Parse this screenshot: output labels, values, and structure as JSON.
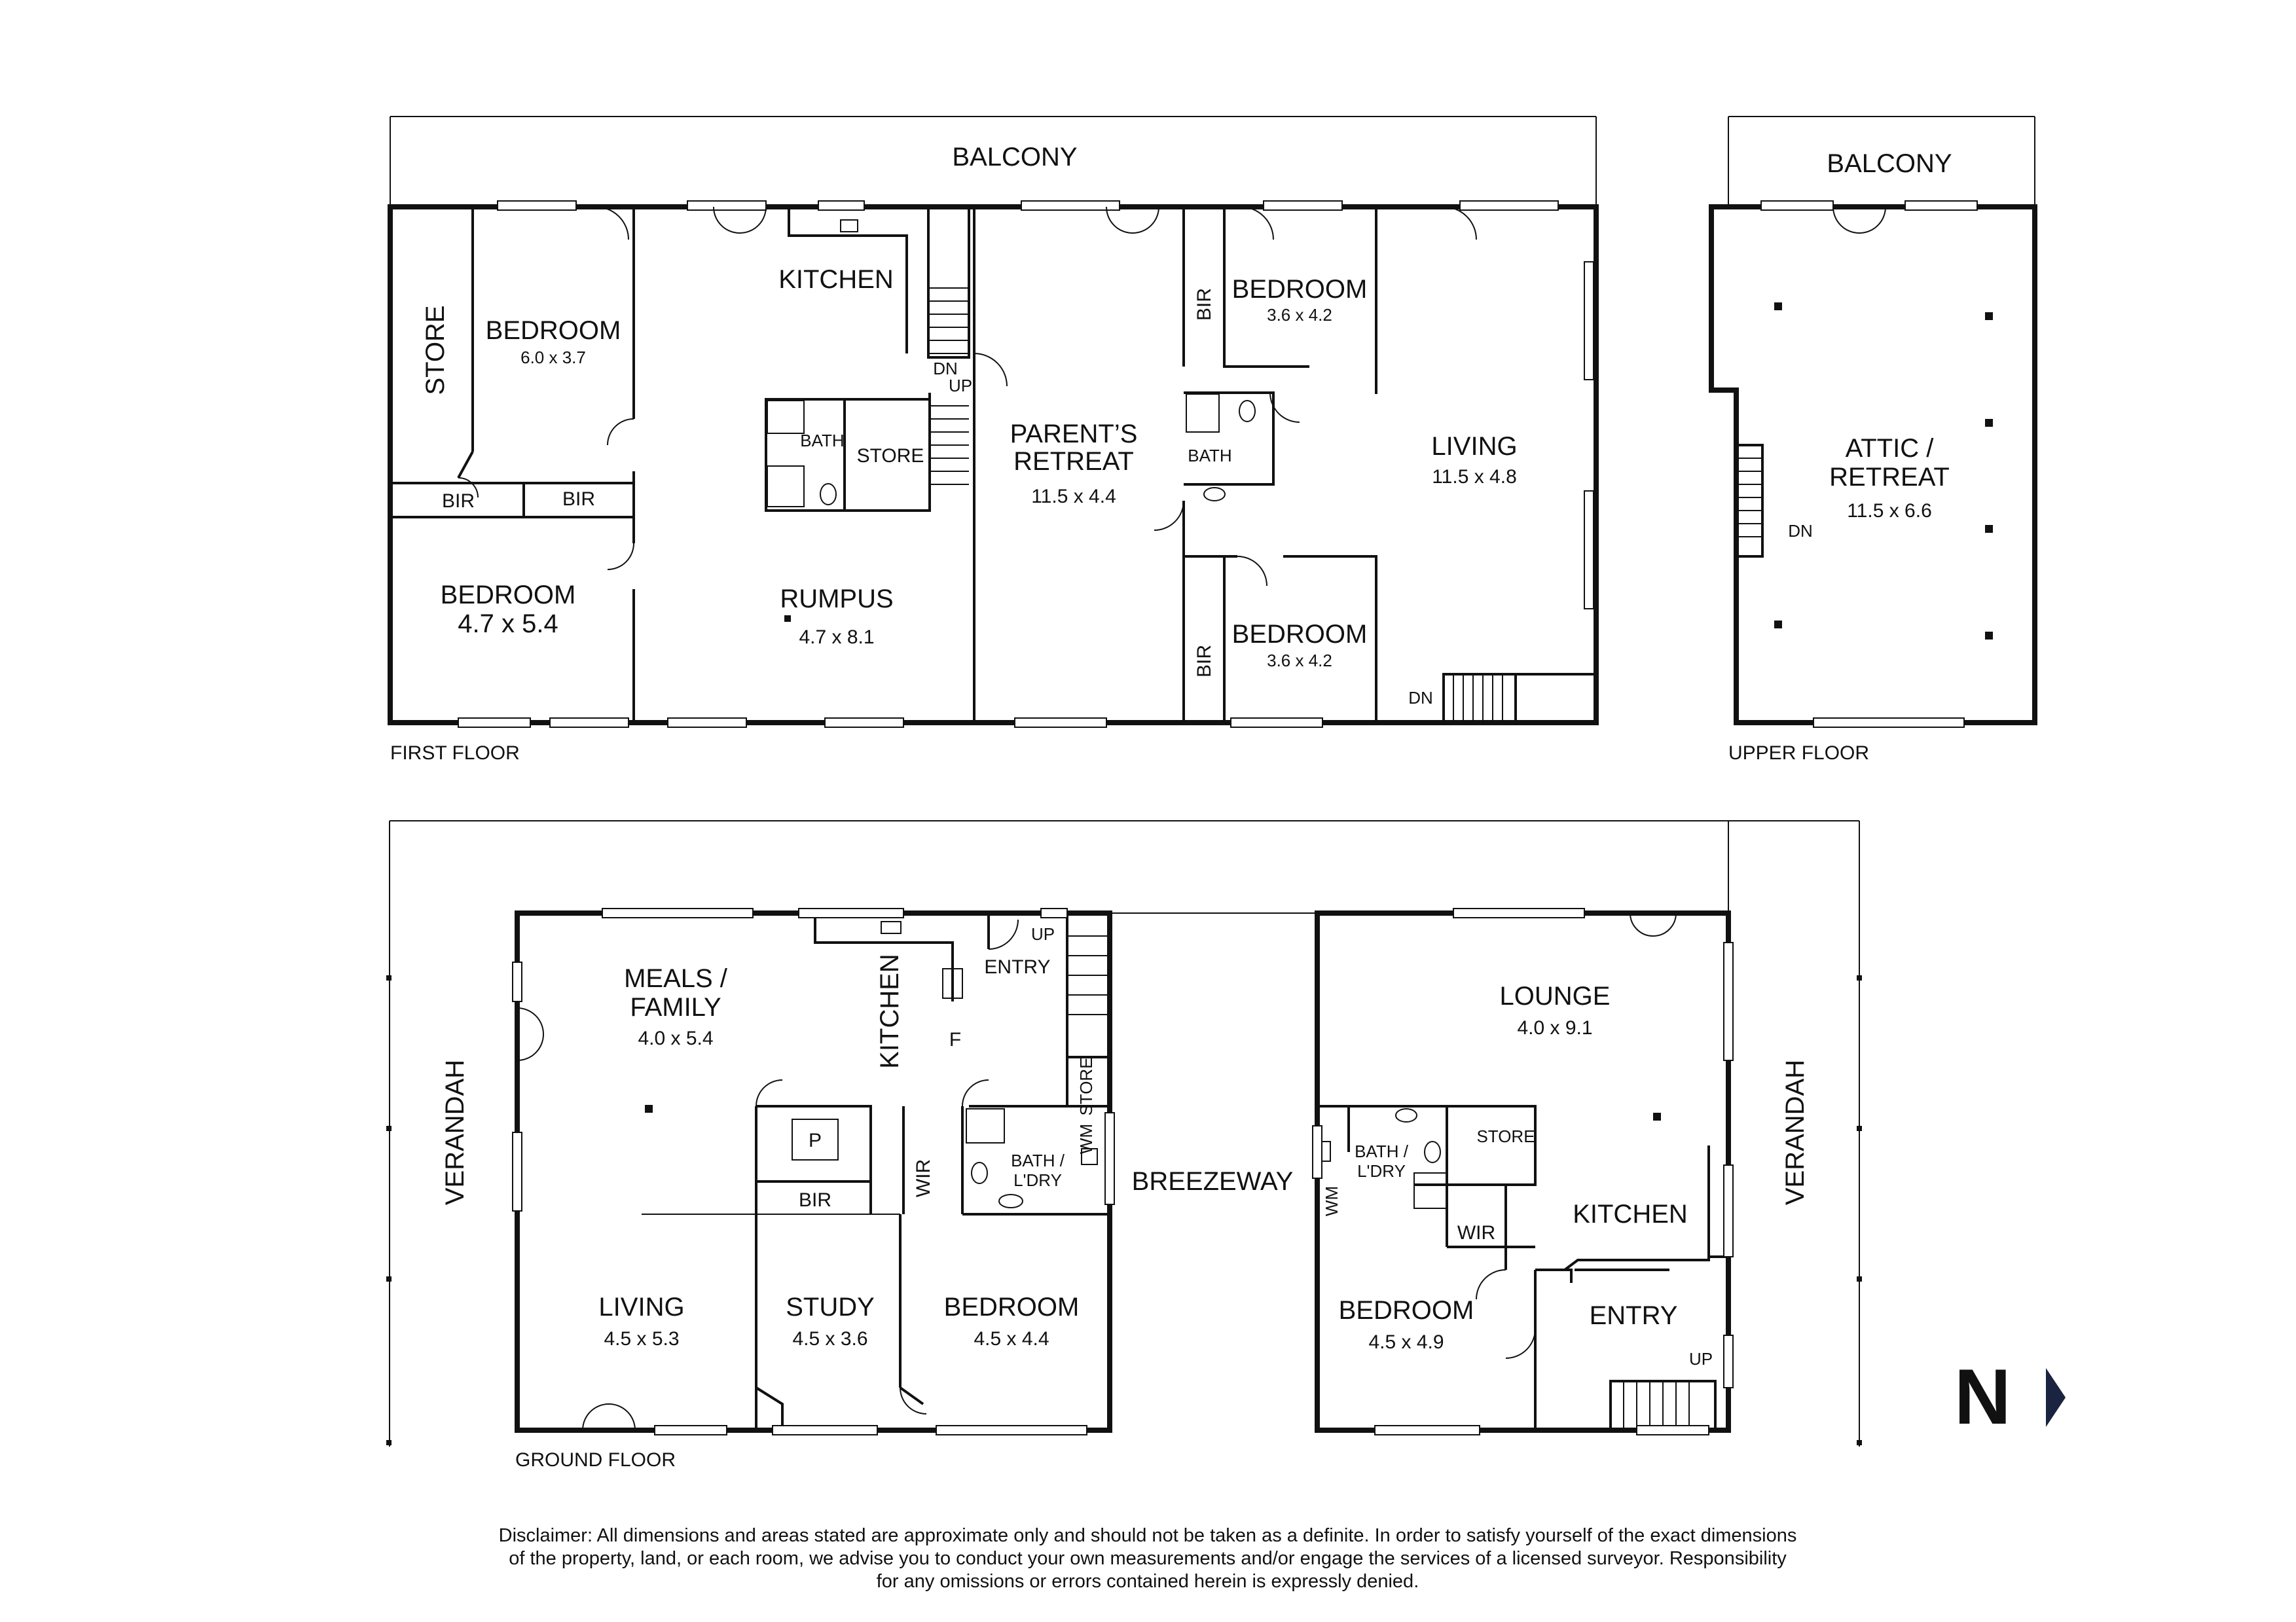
{
  "first_floor": {
    "label": "FIRST FLOOR",
    "balcony": "BALCONY",
    "rooms": {
      "store": "STORE",
      "bedroom_a": {
        "name": "BEDROOM",
        "size": "6.0 x 3.7"
      },
      "bir_a": "BIR",
      "bir_b": "BIR",
      "bedroom_b": {
        "name": "BEDROOM",
        "size": "4.7 x 5.4"
      },
      "kitchen": "KITCHEN",
      "bath": "BATH",
      "store_b": "STORE",
      "rumpus": {
        "name": "RUMPUS",
        "size": "4.7 x 8.1"
      },
      "parents_retreat": {
        "name_line1": "PARENT’S",
        "name_line2": "RETREAT",
        "size": "11.5 x 4.4"
      },
      "bir_c": "BIR",
      "bedroom_c": {
        "name": "BEDROOM",
        "size": "3.6 x 4.2"
      },
      "bath_b": "BATH",
      "bir_d": "BIR",
      "bedroom_d": {
        "name": "BEDROOM",
        "size": "3.6 x 4.2"
      },
      "living": {
        "name": "LIVING",
        "size": "11.5 x 4.8"
      },
      "stair_dn": "DN",
      "stair_up": "UP",
      "stair_dn_b": "DN"
    }
  },
  "upper_floor": {
    "label": "UPPER FLOOR",
    "balcony": "BALCONY",
    "attic": {
      "name_line1": "ATTIC /",
      "name_line2": "RETREAT",
      "size": "11.5 x 6.6"
    },
    "stair_dn": "DN"
  },
  "ground_floor": {
    "label": "GROUND FLOOR",
    "verandah_left": "VERANDAH",
    "verandah_right": "VERANDAH",
    "breezeway": "BREEZEWAY",
    "rooms": {
      "meals_family": {
        "name_line1": "MEALS /",
        "name_line2": "FAMILY",
        "size": "4.0 x 5.4"
      },
      "kitchen": "KITCHEN",
      "entry": "ENTRY",
      "stair_up": "UP",
      "f": "F",
      "store": "STORE",
      "wm": "WM",
      "bath_ldry": {
        "line1": "BATH /",
        "line2": "L'DRY"
      },
      "pantry": "P",
      "bir": "BIR",
      "wir": "WIR",
      "living": {
        "name": "LIVING",
        "size": "4.5 x 5.3"
      },
      "study": {
        "name": "STUDY",
        "size": "4.5 x 3.6"
      },
      "bedroom": {
        "name": "BEDROOM",
        "size": "4.5 x 4.4"
      }
    },
    "east_wing": {
      "lounge": {
        "name": "LOUNGE",
        "size": "4.0 x 9.1"
      },
      "bath_ldry": {
        "line1": "BATH /",
        "line2": "L'DRY"
      },
      "store": "STORE",
      "wm": "WM",
      "wir": "WIR",
      "kitchen": "KITCHEN",
      "entry": "ENTRY",
      "stair_up": "UP",
      "bedroom": {
        "name": "BEDROOM",
        "size": "4.5 x 4.9"
      }
    }
  },
  "north_label": "N",
  "disclaimer": {
    "line1": "Disclaimer: All dimensions and areas stated are approximate only and should not be taken as a definite. In order to satisfy yourself of the exact dimensions",
    "line2": "of the property, land, or each room, we advise you to conduct your own measurements and/or engage the services of a licensed surveyor. Responsibility",
    "line3": "for any omissions or errors contained herein is expressly denied."
  },
  "colors": {
    "lines": "#111111",
    "north_arrow": "#1a2440",
    "background": "#ffffff"
  }
}
